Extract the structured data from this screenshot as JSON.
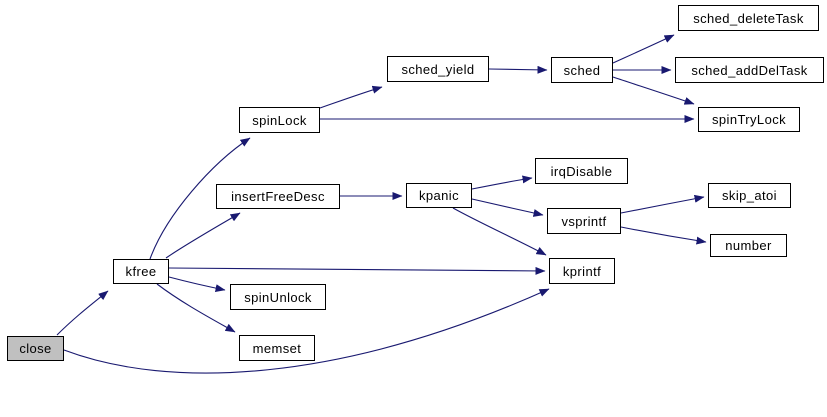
{
  "diagram": {
    "type": "call-graph",
    "root_node": "close",
    "edge_color": "#191970",
    "node_fill": "#ffffff",
    "node_border_color": "#000000",
    "root_node_fill": "#c0c0c0",
    "labels": {
      "close": "close",
      "kfree": "kfree",
      "spinLock": "spinLock",
      "insertFreeDesc": "insertFreeDesc",
      "sched_yield": "sched_yield",
      "sched": "sched",
      "sched_deleteTask": "sched_deleteTask",
      "sched_addDelTask": "sched_addDelTask",
      "spinTryLock": "spinTryLock",
      "kpanic": "kpanic",
      "irqDisable": "irqDisable",
      "vsprintf": "vsprintf",
      "skip_atoi": "skip_atoi",
      "number": "number",
      "kprintf": "kprintf",
      "spinUnlock": "spinUnlock",
      "memset": "memset"
    },
    "edges": [
      {
        "from": "close",
        "to": "kfree"
      },
      {
        "from": "close",
        "to": "kprintf"
      },
      {
        "from": "kfree",
        "to": "spinLock"
      },
      {
        "from": "kfree",
        "to": "insertFreeDesc"
      },
      {
        "from": "kfree",
        "to": "kprintf"
      },
      {
        "from": "kfree",
        "to": "spinUnlock"
      },
      {
        "from": "kfree",
        "to": "memset"
      },
      {
        "from": "spinLock",
        "to": "sched_yield"
      },
      {
        "from": "spinLock",
        "to": "spinTryLock"
      },
      {
        "from": "sched_yield",
        "to": "sched"
      },
      {
        "from": "sched",
        "to": "sched_deleteTask"
      },
      {
        "from": "sched",
        "to": "sched_addDelTask"
      },
      {
        "from": "sched",
        "to": "spinTryLock"
      },
      {
        "from": "insertFreeDesc",
        "to": "kpanic"
      },
      {
        "from": "kpanic",
        "to": "irqDisable"
      },
      {
        "from": "kpanic",
        "to": "vsprintf"
      },
      {
        "from": "kpanic",
        "to": "kprintf"
      },
      {
        "from": "vsprintf",
        "to": "skip_atoi"
      },
      {
        "from": "vsprintf",
        "to": "number"
      }
    ]
  }
}
